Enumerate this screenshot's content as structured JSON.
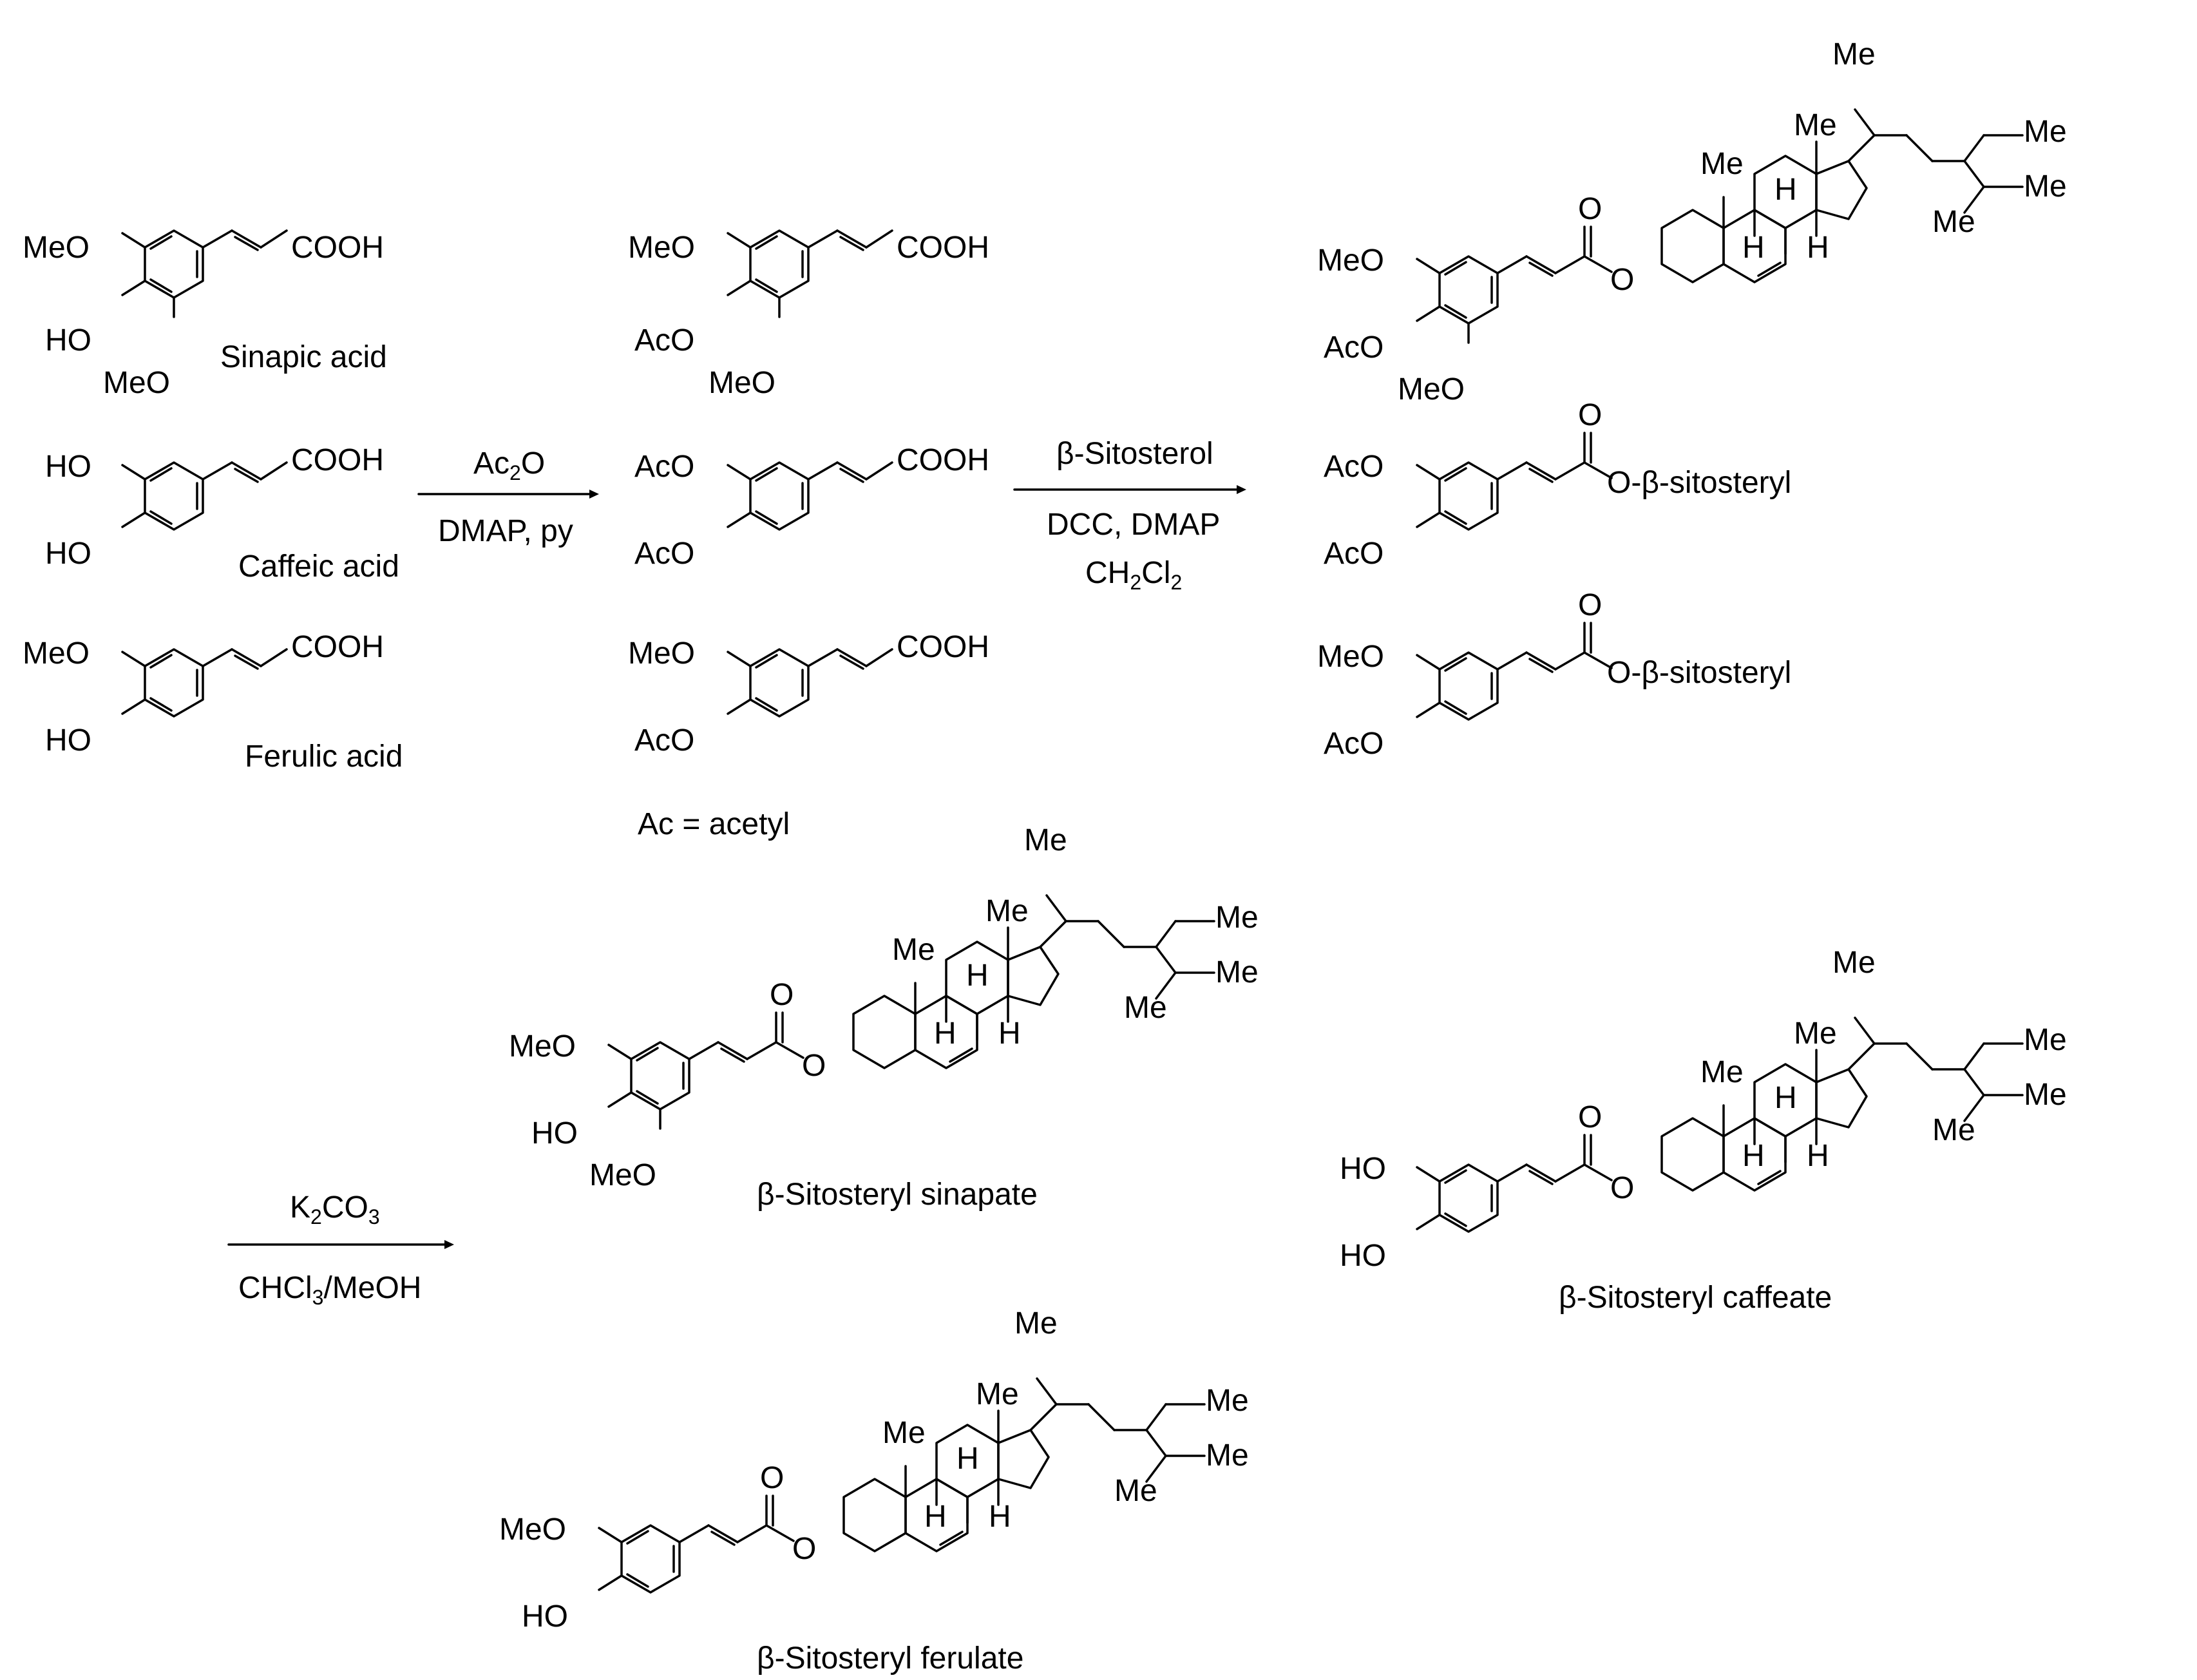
{
  "compounds": {
    "sinapic_acid": {
      "name": "Sinapic acid",
      "acid": "COOH",
      "r3": "MeO",
      "r4": "HO",
      "r5": "MeO"
    },
    "caffeic_acid": {
      "name": "Caffeic acid",
      "acid": "COOH",
      "r3": "HO",
      "r4": "HO"
    },
    "ferulic_acid": {
      "name": "Ferulic acid",
      "acid": "COOH",
      "r3": "MeO",
      "r4": "HO"
    },
    "ac_sinapic": {
      "acid": "COOH",
      "r3": "MeO",
      "r4": "AcO",
      "r5": "MeO"
    },
    "ac_caffeic": {
      "acid": "COOH",
      "r3": "AcO",
      "r4": "AcO"
    },
    "ac_ferulic": {
      "acid": "COOH",
      "r3": "MeO",
      "r4": "AcO"
    },
    "ac_sinapate_ester": {
      "r3": "MeO",
      "r4": "AcO",
      "r5": "MeO",
      "carbonyl_o": "O",
      "ester_o": "O"
    },
    "ac_caffeate_ester": {
      "r3": "AcO",
      "r4": "AcO",
      "carbonyl_o": "O",
      "ester": "O-β-sitosteryl"
    },
    "ac_ferulate_ester": {
      "r3": "MeO",
      "r4": "AcO",
      "carbonyl_o": "O",
      "ester": "O-β-sitosteryl"
    },
    "sitosteryl_sinapate": {
      "name": "β-Sitosteryl sinapate",
      "r3": "MeO",
      "r4": "HO",
      "r5": "MeO",
      "carbonyl_o": "O",
      "ester_o": "O"
    },
    "sitosteryl_caffeate": {
      "name": "β-Sitosteryl caffeate",
      "r3": "HO",
      "r4": "HO",
      "carbonyl_o": "O",
      "ester_o": "O"
    },
    "sitosteryl_ferulate": {
      "name": "β-Sitosteryl ferulate",
      "r3": "MeO",
      "r4": "HO",
      "carbonyl_o": "O",
      "ester_o": "O"
    }
  },
  "steroid_labels": {
    "me": "Me",
    "h": "H"
  },
  "conditions": {
    "step1": {
      "reagent_main": "Ac",
      "reagent_sub": "2",
      "reagent_tail": "O",
      "line2": "DMAP, py"
    },
    "step2": {
      "line1": "β-Sitosterol",
      "line2": "DCC, DMAP",
      "line3_a": "CH",
      "line3_sub1": "2",
      "line3_b": "Cl",
      "line3_sub2": "2"
    },
    "step3": {
      "line1_a": "K",
      "line1_sub1": "2",
      "line1_b": "CO",
      "line1_sub2": "3",
      "line2_a": "CHCl",
      "line2_sub": "3",
      "line2_b": "/MeOH"
    }
  },
  "footnote": "Ac = acetyl"
}
